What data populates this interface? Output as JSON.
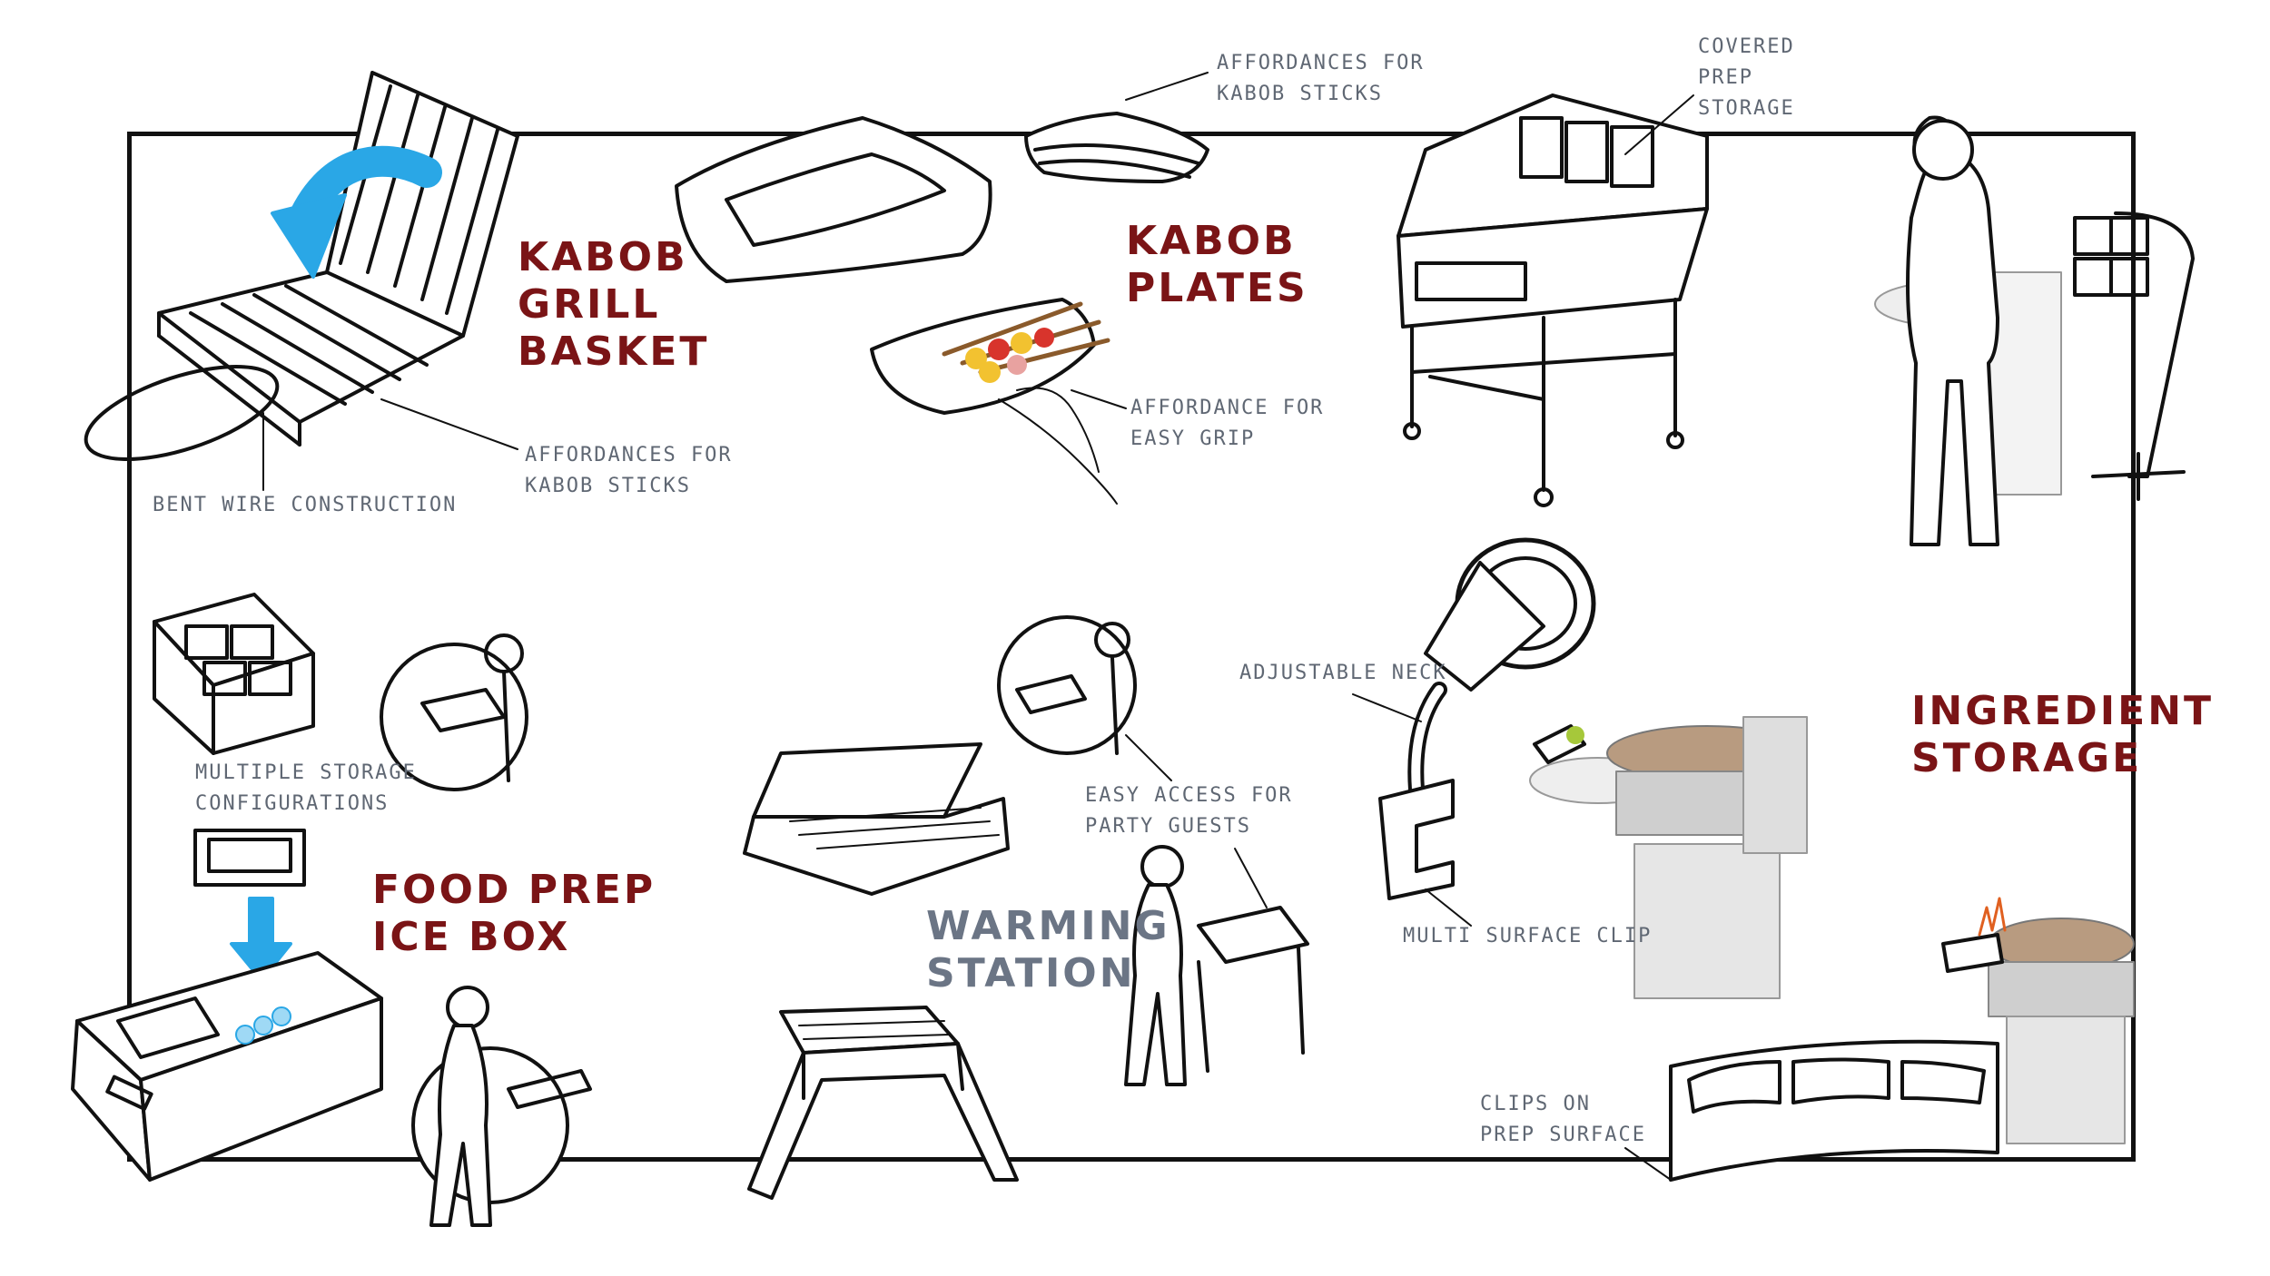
{
  "titles": {
    "kabob_grill_basket": "KABOB\nGRILL\nBASKET",
    "kabob_plates": "KABOB\nPLATES",
    "food_prep_ice_box": "FOOD PREP\nICE BOX",
    "warming_station": "WARMING\nSTATION",
    "ingredient_storage": "INGREDIENT\nSTORAGE"
  },
  "annotations": {
    "bent_wire": "BENT WIRE CONSTRUCTION",
    "basket_sticks": "AFFORDANCES FOR\nKABOB STICKS",
    "plate_sticks": "AFFORDANCES FOR\nKABOB STICKS",
    "easy_grip": "AFFORDANCE FOR\nEASY GRIP",
    "covered_prep": "COVERED\nPREP\nSTORAGE",
    "storage_config": "MULTIPLE STORAGE\nCONFIGURATIONS",
    "party_guests": "EASY ACCESS FOR\nPARTY GUESTS",
    "adjustable_neck": "ADJUSTABLE NECK",
    "multi_clip": "MULTI SURFACE CLIP",
    "prep_clips": "CLIPS ON\nPREP SURFACE"
  },
  "colors": {
    "title_red": "#7a1416",
    "title_gray": "#6b7585",
    "annotation_gray": "#5f6773",
    "arrow_blue": "#2aa7e6",
    "ink": "#111111"
  }
}
